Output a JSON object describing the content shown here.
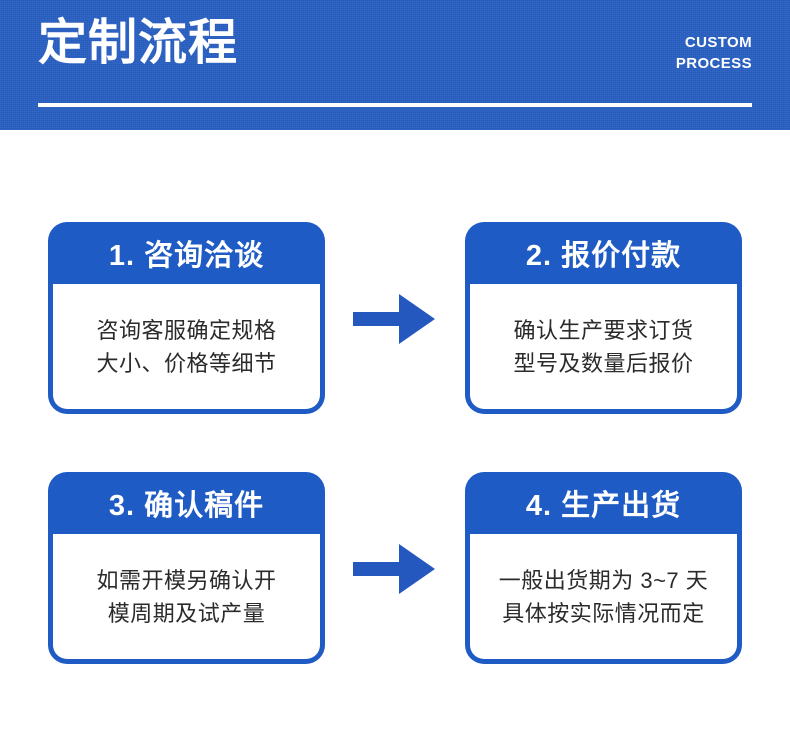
{
  "header": {
    "title": "定制流程",
    "english_line1": "CUSTOM",
    "english_line2": "PROCESS",
    "background_color": "#2A60C4",
    "text_color": "#FFFFFF",
    "rule_color": "#FFFFFF"
  },
  "theme": {
    "card_blue": "#1F5BC4",
    "card_body_bg": "#FFFFFF",
    "body_text_color": "#2B2B2B",
    "arrow_color": "#2458BE",
    "page_bg": "#FFFFFF"
  },
  "steps": [
    {
      "number": "1.",
      "heading": "1. 咨询洽谈",
      "body_line1": "咨询客服确定规格",
      "body_line2": "大小、价格等细节"
    },
    {
      "number": "2.",
      "heading": "2. 报价付款",
      "body_line1": "确认生产要求订货",
      "body_line2": "型号及数量后报价"
    },
    {
      "number": "3.",
      "heading": "3. 确认稿件",
      "body_line1": "如需开模另确认开",
      "body_line2": "模周期及试产量"
    },
    {
      "number": "4.",
      "heading": "4. 生产出货",
      "body_line1": "一般出货期为 3~7 天",
      "body_line2": "具体按实际情况而定"
    }
  ],
  "arrows": [
    {
      "direction": "right",
      "from_step": "1",
      "to_step": "2"
    },
    {
      "direction": "right",
      "from_step": "3",
      "to_step": "4"
    }
  ]
}
